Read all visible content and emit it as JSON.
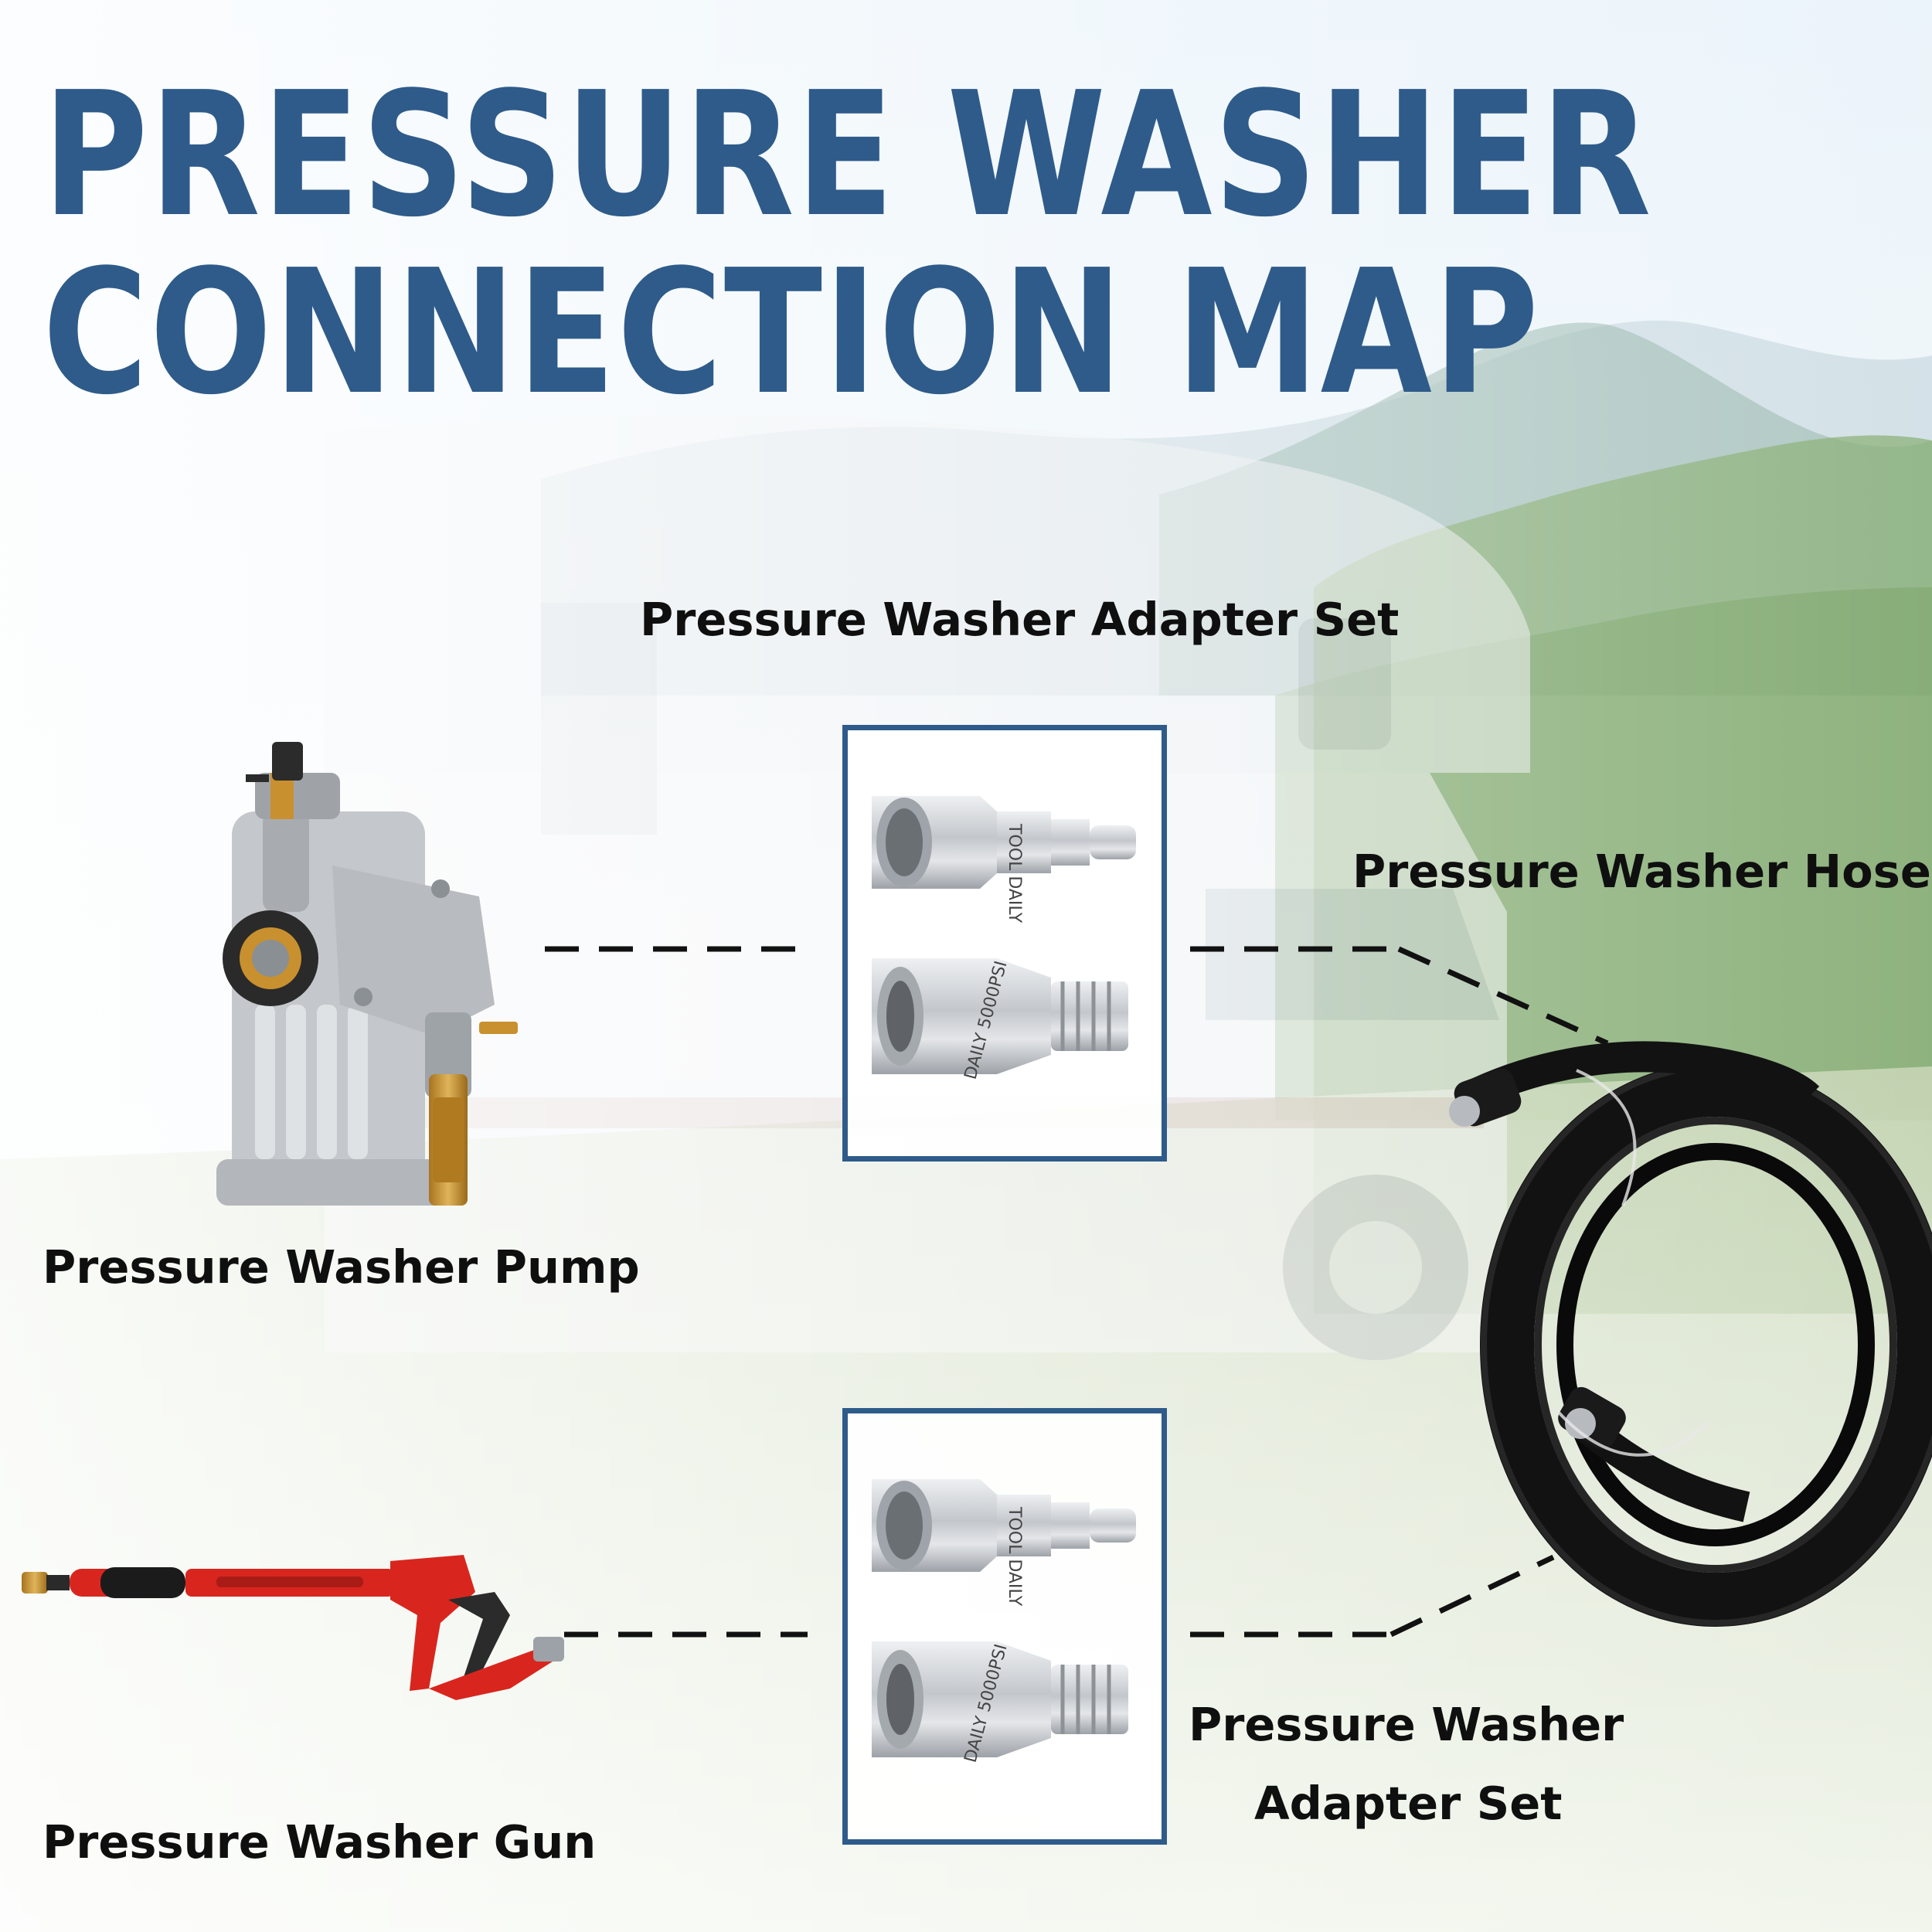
{
  "title": {
    "line1": "PRESSURE WASHER",
    "line2": "CONNECTION MAP"
  },
  "labels": {
    "adapter_set_top": "Pressure Washer Adapter Set",
    "hose": "Pressure Washer Hose",
    "pump": "Pressure Washer Pump",
    "gun": "Pressure Washer Gun",
    "adapter_set_bottom_line1": "Pressure Washer",
    "adapter_set_bottom_line2": "Adapter Set"
  },
  "fitting_text": {
    "brand": "TOOL DAILY",
    "rating": "DAILY 5000PSI"
  },
  "colors": {
    "title_blue": "#2e5b8a",
    "box_border": "#2e5b8a",
    "label_text": "#0f0f0f",
    "connector_line": "#111111",
    "gun_red": "#d8261e",
    "steel": "#c9ccd0",
    "brass": "#c8902e",
    "hose_black": "#121212"
  },
  "icons": [
    "pump-illustration",
    "adapter-fitting-icon",
    "hose-coil-icon",
    "spray-gun-illustration"
  ]
}
